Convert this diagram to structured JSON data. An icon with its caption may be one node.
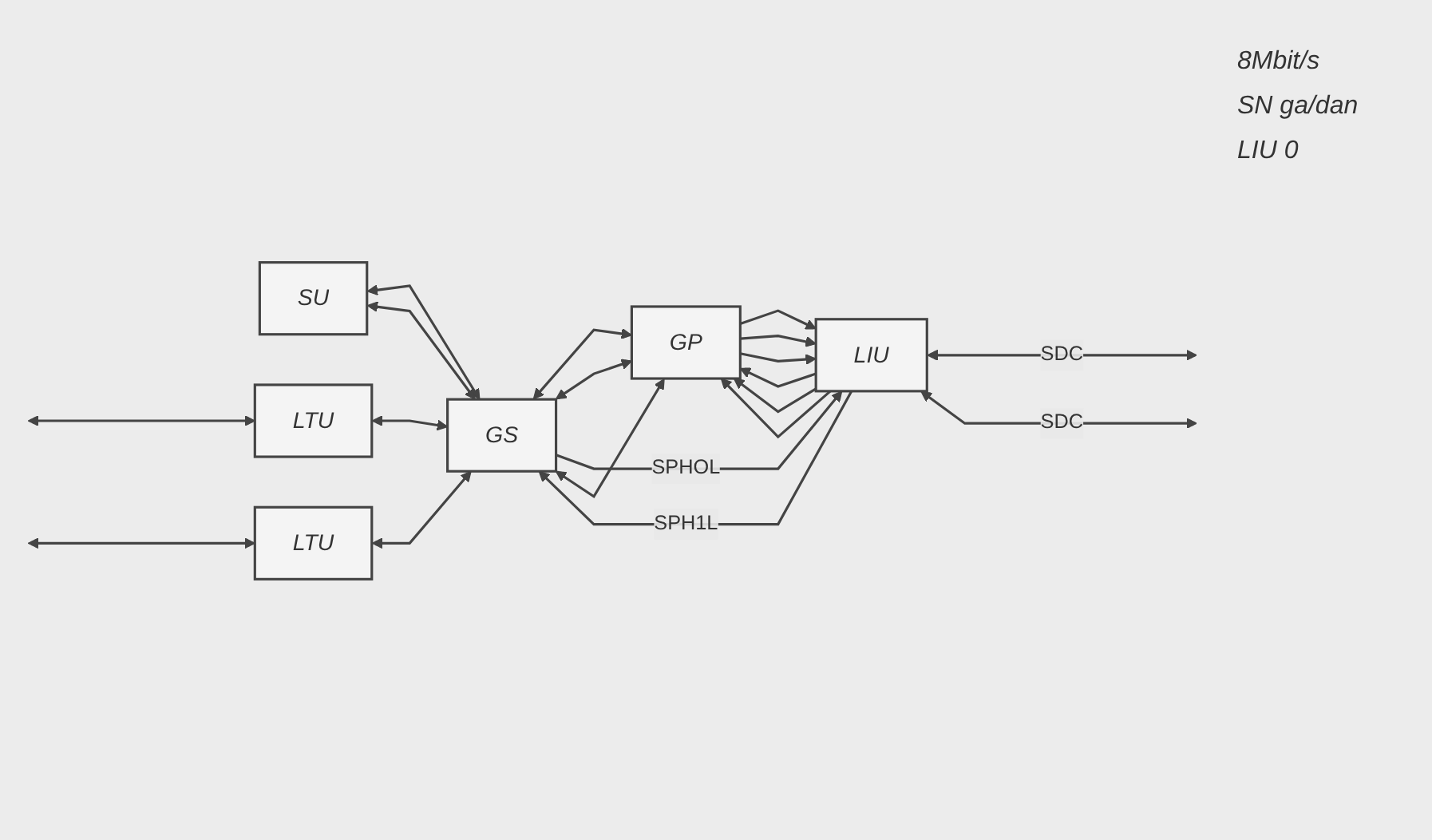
{
  "diagram": {
    "nodes": [
      {
        "text": [
          "SU"
        ]
      },
      {
        "text": [
          "LTU"
        ]
      },
      {
        "text": [
          "LTU"
        ]
      },
      {
        "text": [
          "GS"
        ]
      },
      {
        "text": [
          "LIU"
        ]
      },
      {
        "text": [
          "GP"
        ]
      }
    ],
    "edges": [
      {
        "from": 0,
        "to": 3,
        "arrow": "both"
      },
      {
        "from": 0,
        "to": 3,
        "arrow": "both"
      },
      {
        "from": null,
        "to": 1,
        "arrow": "both"
      },
      {
        "from": 1,
        "to": 3,
        "arrow": "both"
      },
      {
        "from": null,
        "to": 2,
        "arrow": "both"
      },
      {
        "from": 2,
        "to": 3,
        "arrow": "both"
      },
      {
        "from": 5,
        "to": 3,
        "arrow": "both"
      },
      {
        "from": 3,
        "to": 5,
        "arrow": "both"
      },
      {
        "from": 3,
        "to": 5,
        "arrow": "both"
      },
      {
        "from": 3,
        "to": 4,
        "arrow": "to",
        "label": "SPHOL"
      },
      {
        "from": 4,
        "to": 3,
        "arrow": "to",
        "label": "SPH1L"
      },
      {
        "from": 4,
        "to": null,
        "arrow": "both",
        "label": "SDC"
      },
      {
        "from": 4,
        "to": null,
        "arrow": "both",
        "label": "SDC"
      },
      {
        "from": 5,
        "to": 4,
        "arrow": "to"
      },
      {
        "from": 5,
        "to": 4,
        "arrow": "to"
      },
      {
        "from": 4,
        "to": 5,
        "arrow": "to"
      },
      {
        "from": 4,
        "to": 5,
        "arrow": "to"
      },
      {
        "from": 4,
        "to": 5,
        "arrow": "to"
      },
      {
        "from": 5,
        "to": 4,
        "arrow": "to"
      }
    ],
    "labels": [
      "8Mbit/s",
      "SN ga/dan",
      "LIU 0"
    ]
  }
}
